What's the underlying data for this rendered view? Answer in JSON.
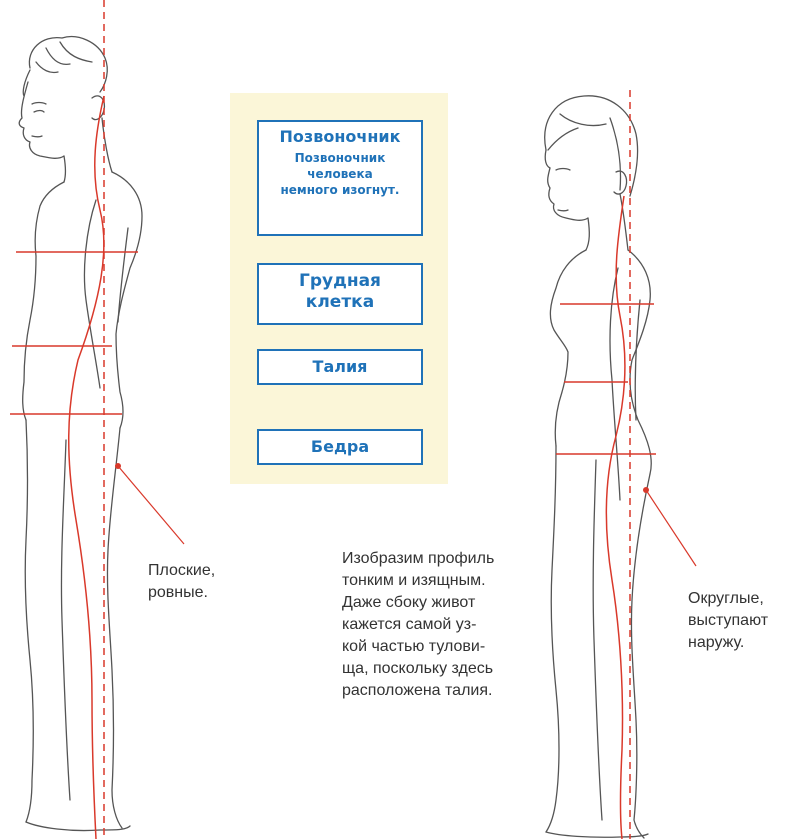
{
  "legend": {
    "spine": {
      "title": "Позвоночник",
      "text": "Позвоночник\nчеловека\nнемного изогнут."
    },
    "chest": {
      "title": "Грудная\nклетка"
    },
    "waist": {
      "title": "Талия"
    },
    "hips": {
      "title": "Бедра"
    }
  },
  "captions": {
    "male_buttocks": "Плоские,\nровные.",
    "female_buttocks": "Округлые,\nвыступают\nнаружу.",
    "description": "Изобразим профиль\nтонким и изящным.\nДаже сбоку живот\nкажется самой уз-\nкой частью тулови-\nща, поскольку здесь\nрасположена талия."
  },
  "colors": {
    "guide_red": "#d9392b",
    "sketch": "#555555",
    "legend_bg": "#fbf6d8",
    "box_blue": "#1f72b8"
  }
}
